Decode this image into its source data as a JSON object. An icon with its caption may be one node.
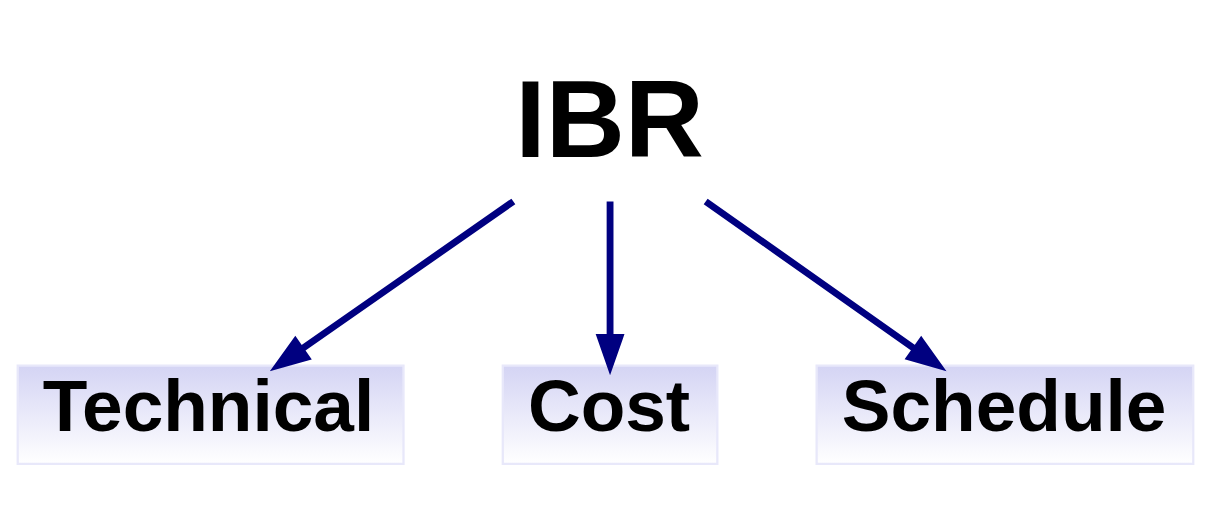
{
  "diagram": {
    "nodes": [
      {
        "text": [
          "IBR"
        ]
      },
      {
        "text": [
          "Technical"
        ]
      },
      {
        "text": [
          "Cost"
        ]
      },
      {
        "text": [
          "Schedule"
        ]
      }
    ],
    "edges": [
      {
        "from": 0,
        "to": 1,
        "arrow": "to"
      },
      {
        "from": 0,
        "to": 2,
        "arrow": "to"
      },
      {
        "from": 0,
        "to": 3,
        "arrow": "to"
      }
    ]
  }
}
